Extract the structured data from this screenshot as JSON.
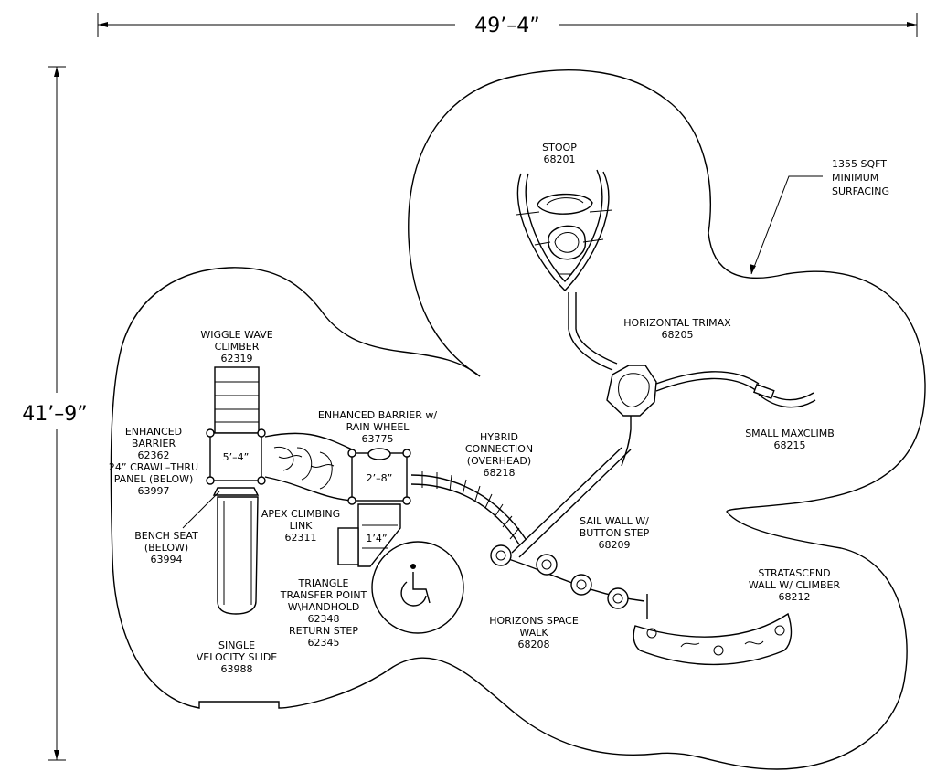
{
  "dimensions": {
    "width": "49’–4”",
    "height": "41’–9”"
  },
  "surfacing_note": [
    "1355 SQFT",
    "MINIMUM",
    "SURFACING"
  ],
  "deck_heights": {
    "deck_left": "5’–4”",
    "deck_center": "2’–8”",
    "transfer": "1’4”"
  },
  "components": {
    "stoop": [
      "STOOP",
      "68201"
    ],
    "horizontal_trimax": [
      "HORIZONTAL TRIMAX",
      "68205"
    ],
    "small_maxclimb": [
      "SMALL MAXCLIMB",
      "68215"
    ],
    "wiggle_wave": [
      "WIGGLE WAVE",
      "CLIMBER",
      "62319"
    ],
    "enhanced_barrier_rain": [
      "ENHANCED BARRIER w/",
      "RAIN WHEEL",
      "63775"
    ],
    "hybrid_connection": [
      "HYBRID",
      "CONNECTION",
      "(OVERHEAD)",
      "68218"
    ],
    "enhanced_barrier_crawl": [
      "ENHANCED",
      "BARRIER",
      "62362",
      "24” CRAWL–THRU",
      "PANEL (BELOW)",
      "63997"
    ],
    "apex_link": [
      "APEX CLIMBING",
      "LINK",
      "62311"
    ],
    "sail_wall": [
      "SAIL WALL W/",
      "BUTTON STEP",
      "68209"
    ],
    "bench_seat": [
      "BENCH SEAT",
      "(BELOW)",
      "63994"
    ],
    "triangle_transfer": [
      "TRIANGLE",
      "TRANSFER POINT",
      "W\\HANDHOLD",
      "62348",
      "RETURN STEP",
      "62345"
    ],
    "stratascend": [
      "STRATASCEND",
      "WALL W/ CLIMBER",
      "68212"
    ],
    "horizons_walk": [
      "HORIZONS SPACE",
      "WALK",
      "68208"
    ],
    "single_slide": [
      "SINGLE",
      "VELOCITY SLIDE",
      "63988"
    ]
  },
  "icons": [
    "wheelchair-accessibility-icon"
  ]
}
